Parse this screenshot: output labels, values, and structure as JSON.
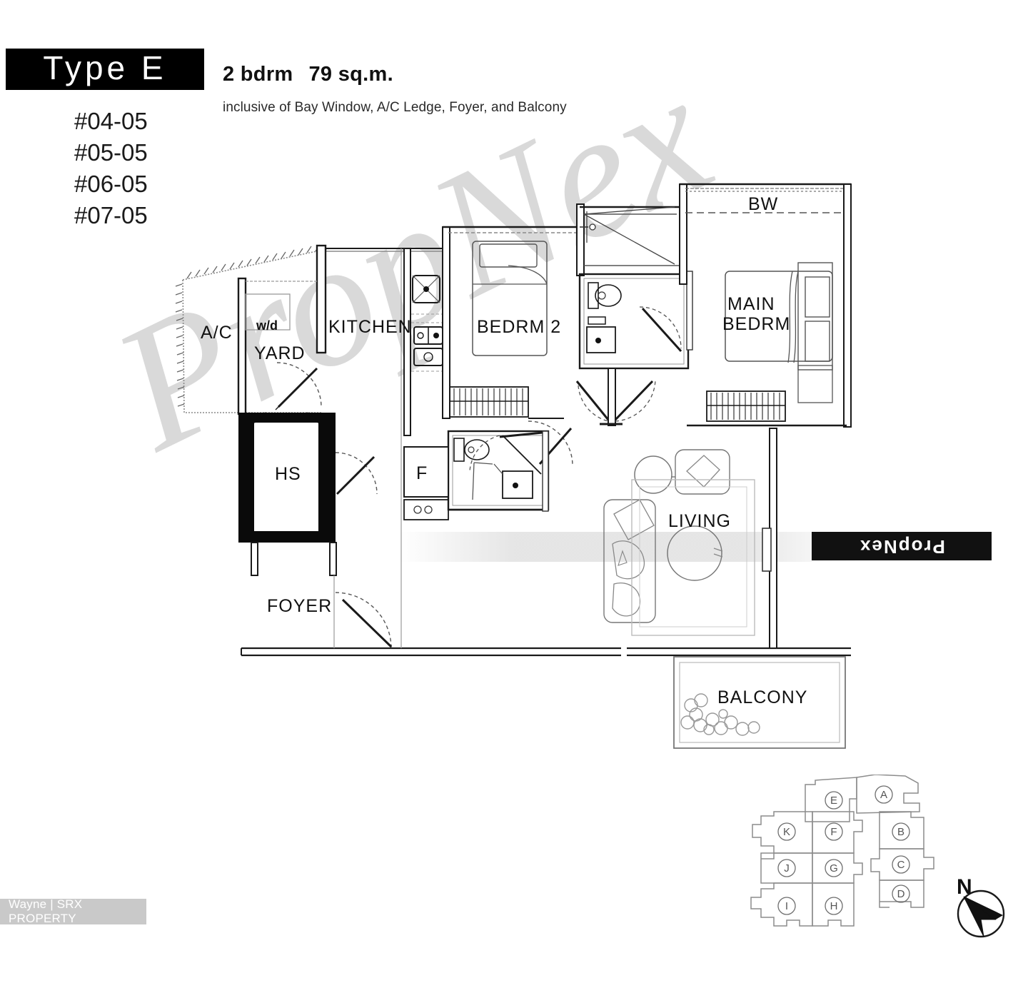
{
  "header": {
    "type_badge": "Type E",
    "bedrooms": "2 bdrm",
    "area": "79 sq.m.",
    "inclusive_note": "inclusive of Bay Window, A/C Ledge, Foyer, and Balcony",
    "units": [
      "#04-05",
      "#05-05",
      "#06-05",
      "#07-05"
    ]
  },
  "watermarks": {
    "diagonal": "PropNex",
    "agent": "Wayne | SRX PROPERTY",
    "reversed_badge": "PropNex"
  },
  "rooms": {
    "ac_ledge": "A/C",
    "washer_dryer": "w/d",
    "yard": "YARD",
    "kitchen": "KITCHEN",
    "household_shelter": "HS",
    "foyer": "FOYER",
    "fridge": "F",
    "bedroom_2": "BEDRM 2",
    "main_bedroom_line1": "MAIN",
    "main_bedroom_line2": "BEDRM",
    "bay_window": "BW",
    "living": "LIVING",
    "balcony": "BALCONY"
  },
  "site_plan": {
    "blocks": [
      "A",
      "B",
      "C",
      "D",
      "E",
      "F",
      "G",
      "H",
      "I",
      "J",
      "K"
    ],
    "highlighted": "E"
  },
  "compass": {
    "label": "N"
  },
  "colors": {
    "ink": "#111111",
    "wall": "#1a1a1a",
    "watermark": "#d9d9d9",
    "badge_bg": "#000000",
    "agent_band": "#c9c9c9"
  }
}
